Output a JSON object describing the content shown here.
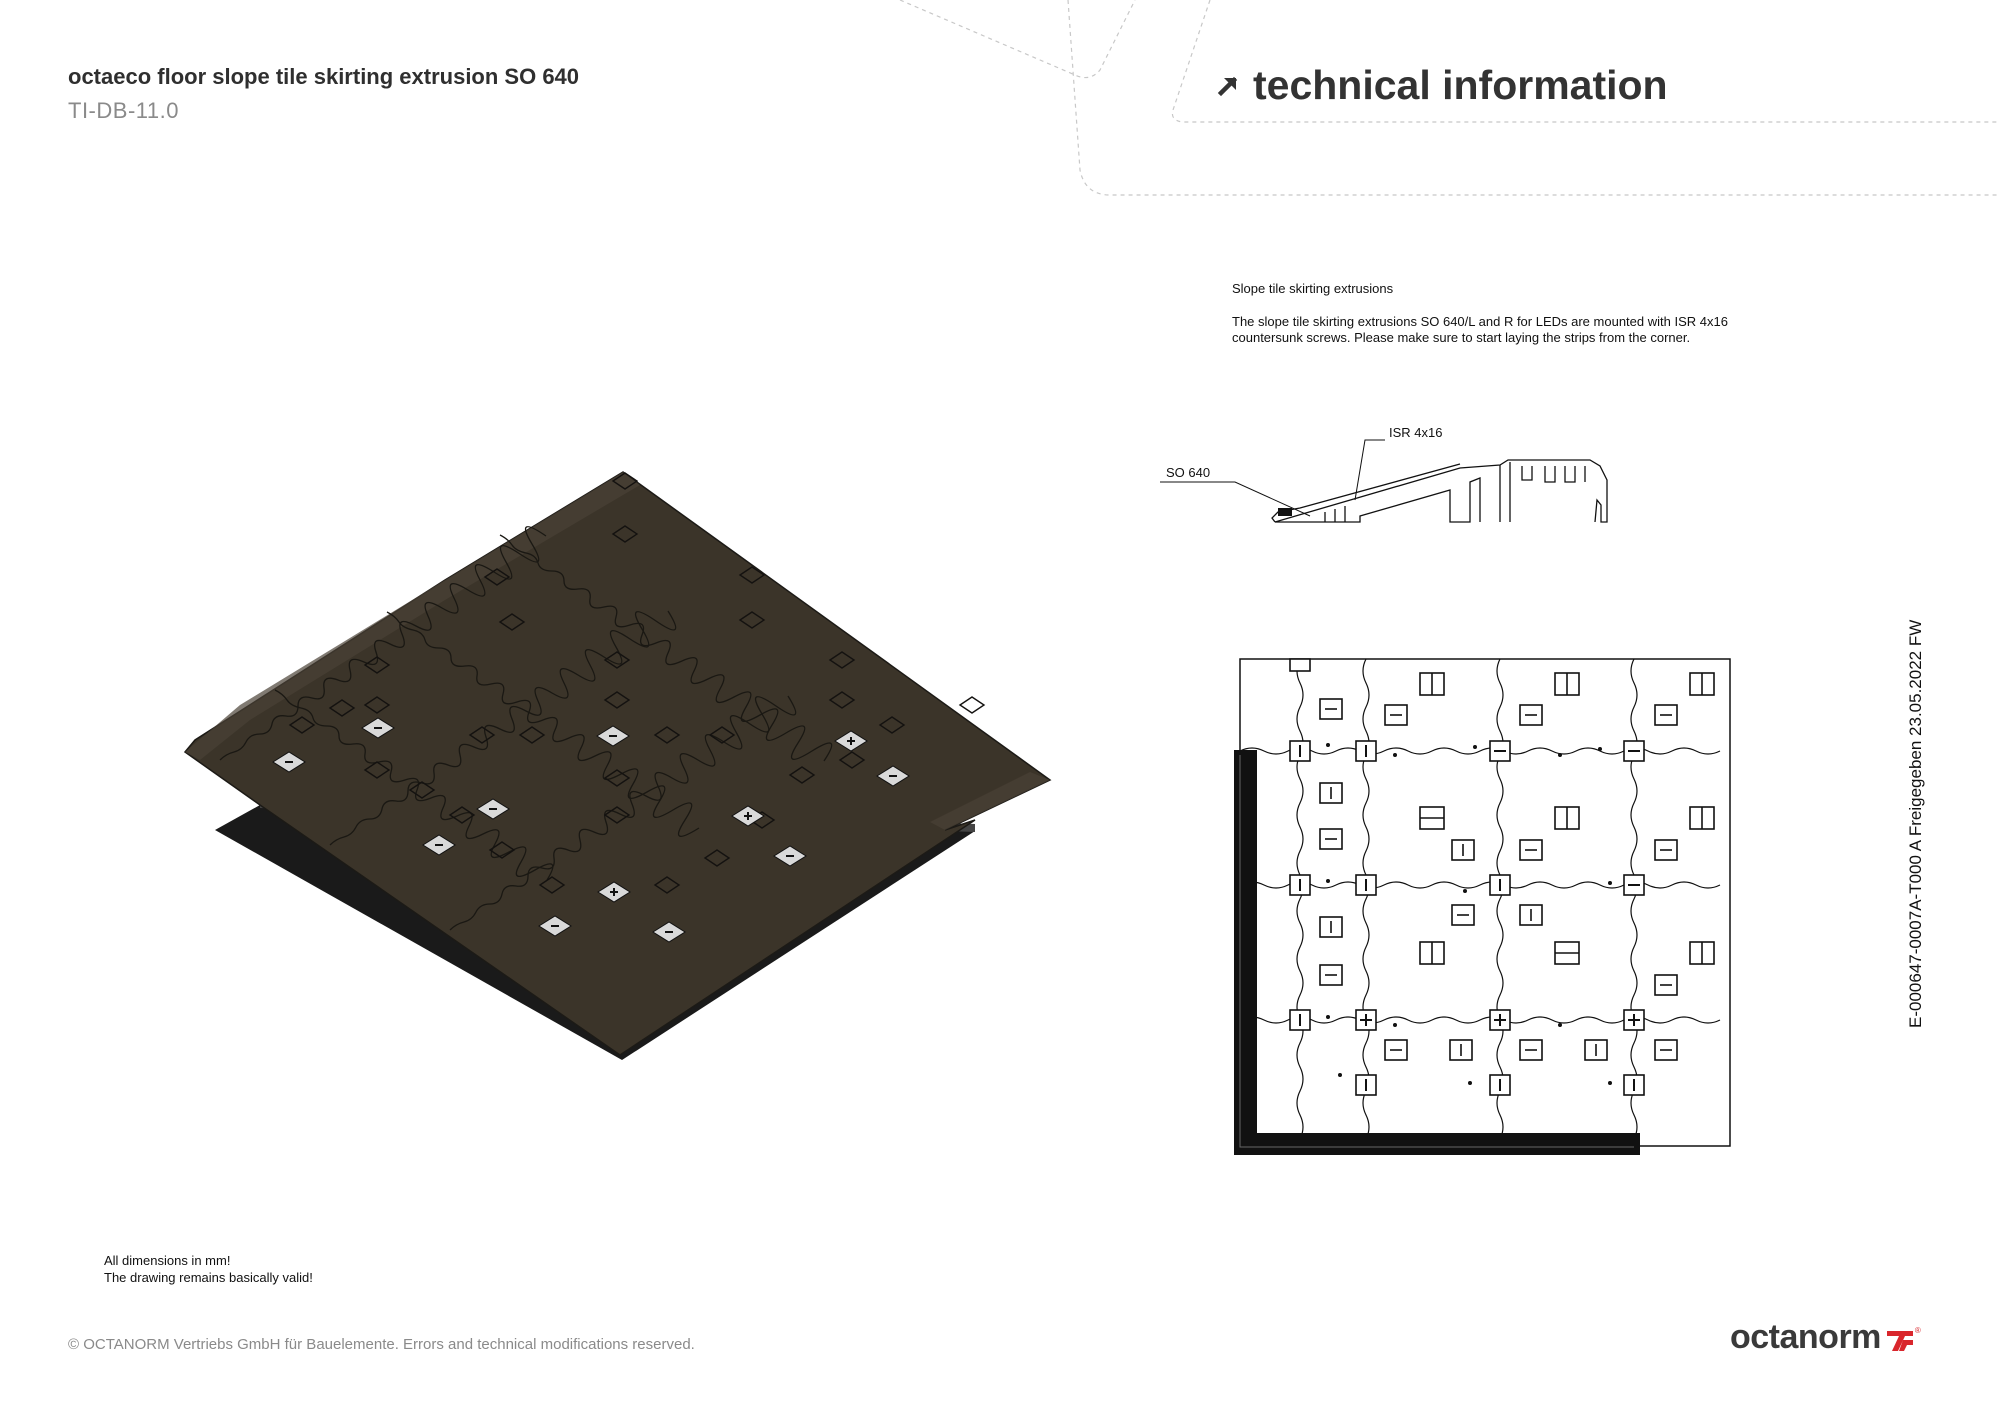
{
  "document": {
    "title": "octaeco floor slope tile skirting extrusion SO 640",
    "code": "TI-DB-11.0"
  },
  "section_header": {
    "icon": "arrow-up-right-icon",
    "label": "technical information"
  },
  "description": {
    "heading": "Slope tile skirting extrusions",
    "body": "The slope tile skirting extrusions SO 640/L and R for LEDs are mounted with ISR 4x16 countersunk screws. Please make sure to start laying the strips from the corner."
  },
  "profile_drawing": {
    "label_screw": "ISR 4x16",
    "label_extrusion": "SO 640"
  },
  "reference_vertical": "E-000647-0007A-T000 A Freigegeben 23.05.2022 FW",
  "notes": {
    "line1": "All dimensions in mm!",
    "line2": "The drawing remains basically valid!"
  },
  "footer": {
    "copyright": "© OCTANORM Vertriebs GmbH für Bauelemente. Errors and technical modifications reserved.",
    "logo_text": "octanorm",
    "logo_reg": "®"
  },
  "colors": {
    "tile_dark": "#3b3429",
    "connector_light": "#d9d9d9",
    "brand_red": "#d9262c",
    "text_grey": "#8a8a8a"
  }
}
